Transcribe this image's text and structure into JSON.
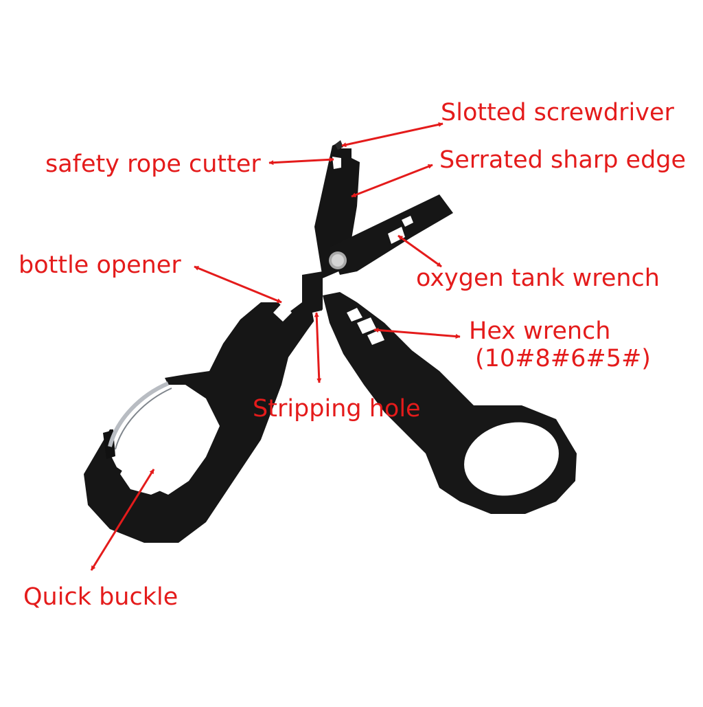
{
  "labels": {
    "slotted_screwdriver": "Slotted screwdriver",
    "safety_rope_cutter": "safety rope cutter",
    "serrated_sharp_edge": "Serrated sharp edge",
    "bottle_opener": "bottle opener",
    "oxygen_tank_wrench": "oxygen tank wrench",
    "hex_wrench": "Hex wrench",
    "hex_wrench_sizes": "(10#8#6#5#)",
    "stripping_hole": "Stripping hole",
    "quick_buckle": "Quick buckle"
  },
  "colors": {
    "label_text": "#e41b1b",
    "arrow": "#e41b1b",
    "tool_body": "#141414",
    "background": "#ffffff",
    "ring": "#b8bcc2"
  }
}
